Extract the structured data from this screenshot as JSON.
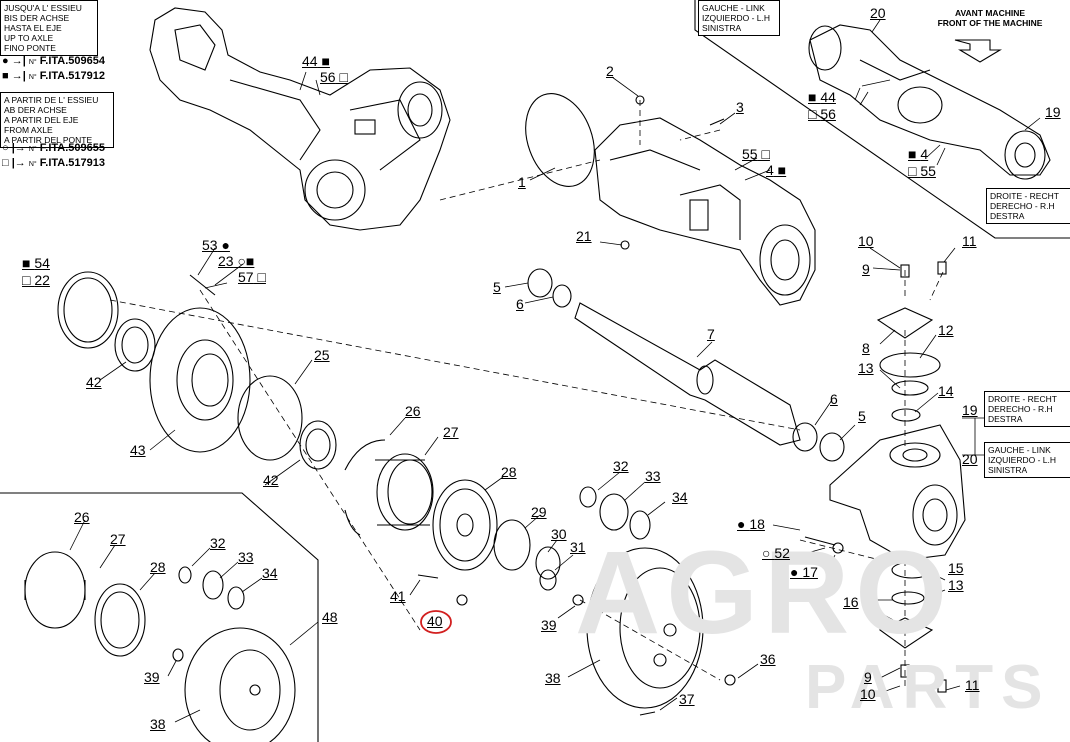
{
  "notes": {
    "up_to_axle": [
      "JUSQU'A L' ESSIEU",
      "BIS DER ACHSE",
      "HASTA EL EJE",
      "UP TO AXLE",
      "FINO PONTE"
    ],
    "from_axle": [
      "A PARTIR DE L' ESSIEU",
      "AB DER ACHSE",
      "A PARTIR DEL EJE",
      "FROM AXLE",
      "A PARTIR DEL PONTE"
    ],
    "left_link_top": [
      "GAUCHE - LINK",
      "IZQUIERDO - L.H",
      "SINISTRA"
    ],
    "right_link_top": [
      "DROITE - RECHT",
      "DERECHO - R.H",
      "DESTRA"
    ],
    "right_link_mid": [
      "DROITE - RECHT",
      "DERECHO - R.H",
      "DESTRA"
    ],
    "left_link_mid": [
      "GAUCHE - LINK",
      "IZQUIERDO - L.H",
      "SINISTRA"
    ],
    "front_machine": [
      "AVANT MACHINE",
      "FRONT OF THE MACHINE"
    ]
  },
  "serials": {
    "up_1": "F.ITA.509654",
    "up_2": "F.ITA.517912",
    "from_1": "F.ITA.509655",
    "from_2": "F.ITA.517913",
    "prefix": "N°"
  },
  "callouts": {
    "c1": "1",
    "c2": "2",
    "c3": "3",
    "c4a": "4",
    "c4b": "4",
    "c5a": "5",
    "c5b": "5",
    "c6a": "6",
    "c6b": "6",
    "c7": "7",
    "c8": "8",
    "c9a": "9",
    "c9b": "9",
    "c10a": "10",
    "c10b": "10",
    "c11a": "11",
    "c11b": "11",
    "c12": "12",
    "c13a": "13",
    "c13b": "13",
    "c14": "14",
    "c15": "15",
    "c16": "16",
    "c17": "17",
    "c18": "18",
    "c19a": "19",
    "c19b": "19",
    "c20a": "20",
    "c20b": "20",
    "c21": "21",
    "c22": "22",
    "c23": "23",
    "c25": "25",
    "c26a": "26",
    "c26b": "26",
    "c27a": "27",
    "c27b": "27",
    "c28a": "28",
    "c28b": "28",
    "c29": "29",
    "c30": "30",
    "c31": "31",
    "c32a": "32",
    "c32b": "32",
    "c33a": "33",
    "c33b": "33",
    "c34a": "34",
    "c34b": "34",
    "c36": "36",
    "c37": "37",
    "c38a": "38",
    "c38b": "38",
    "c39a": "39",
    "c39b": "39",
    "c40": "40",
    "c41": "41",
    "c42a": "42",
    "c42b": "42",
    "c43": "43",
    "c44a": "44",
    "c44b": "44",
    "c48": "48",
    "c52": "52",
    "c53": "53",
    "c54": "54",
    "c55a": "55",
    "c55b": "55",
    "c56a": "56",
    "c56b": "56",
    "c57": "57"
  },
  "highlight": {
    "part": "40",
    "color": "#d21f1f"
  },
  "watermark": {
    "line1": "AGRO",
    "line2": "PARTS"
  },
  "colors": {
    "ink": "#000000",
    "paper": "#ffffff",
    "watermark": "#e4e4e4"
  }
}
